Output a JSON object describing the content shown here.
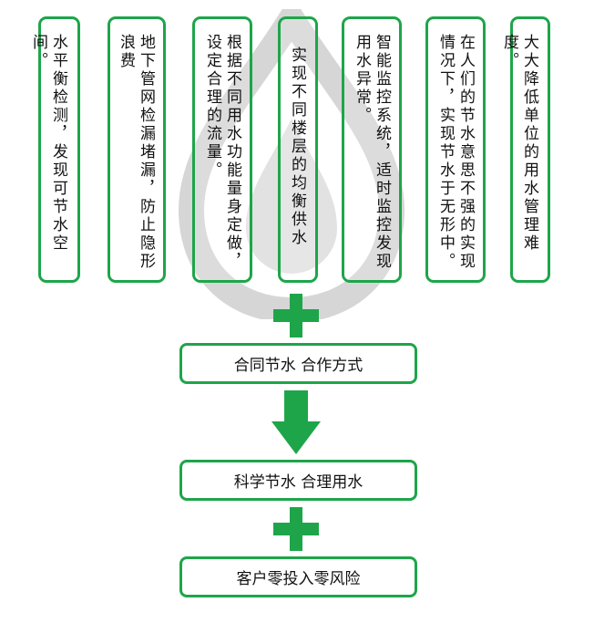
{
  "columns": [
    {
      "text": "水平衡检测，发现可节水空间。"
    },
    {
      "text": "地下管网检漏堵漏，防止隐形浪费"
    },
    {
      "text": "根据不同用水功能量身定做，设定合理的流量。"
    },
    {
      "text": "实现不同楼层的均衡供水"
    },
    {
      "text": "智能监控系统，适时监控发现用水异常。"
    },
    {
      "text": "在人们的节水意思不强的实现情况下，实现节水于无形中。"
    },
    {
      "text": "大大降低单位的用水管理难度。"
    }
  ],
  "steps": [
    {
      "label": "合同节水  合作方式"
    },
    {
      "label": "科学节水  合理用水"
    },
    {
      "label": "客户零投入零风险"
    }
  ],
  "colors": {
    "accent": "#1ea54a",
    "watermark": "#d6d6d6"
  }
}
